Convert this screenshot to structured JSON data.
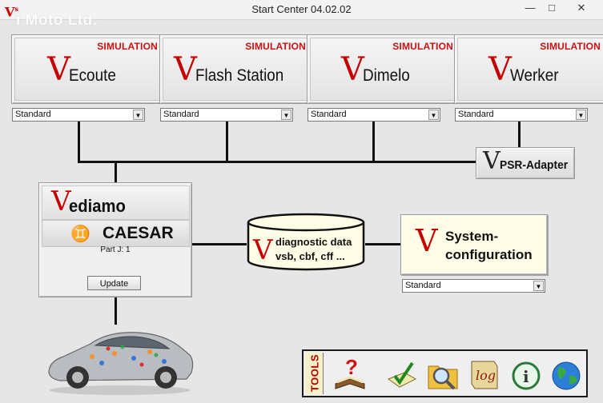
{
  "window": {
    "title": "Start Center 04.02.02",
    "watermark": "i Moto Ltd.",
    "app_icon": "V",
    "app_icon_sup": "s",
    "controls": {
      "minimize": "—",
      "maximize": "□",
      "close": "✕"
    }
  },
  "modules": [
    {
      "badge": "SIMULATION",
      "logo": "V",
      "name": "Ecoute",
      "profile": "Standard"
    },
    {
      "badge": "SIMULATION",
      "logo": "V",
      "name": "Flash Station",
      "profile": "Standard"
    },
    {
      "badge": "SIMULATION",
      "logo": "V",
      "name": "Dimelo",
      "profile": "Standard"
    },
    {
      "badge": "SIMULATION",
      "logo": "V",
      "name": "Werker",
      "profile": "Standard"
    }
  ],
  "psr_adapter": {
    "logo": "V",
    "label": "PSR-Adapter"
  },
  "server": {
    "logo": "V",
    "title": "ediamo Server",
    "caesar_icon": "♊",
    "caesar_label": "CAESAR",
    "part_label": "Part J: 1",
    "update_button": "Update"
  },
  "diagnostic_data": {
    "logo": "V",
    "line1": "diagnostic data",
    "line2": "vsb, cbf, cff ..."
  },
  "system_configuration": {
    "logo": "V",
    "line1": "System-",
    "line2": "configuration",
    "profile": "Standard"
  },
  "tools": {
    "label": "TOOLS",
    "icons": [
      "help-book-icon",
      "checklist-icon",
      "search-folder-icon",
      "log-icon",
      "info-icon",
      "globe-icon"
    ],
    "log_text": "log",
    "help_mark": "?",
    "info_mark": "i"
  },
  "colors": {
    "accent_red": "#c40000",
    "background": "#e6e6e6",
    "syscfg_bg": "#fffde8"
  }
}
